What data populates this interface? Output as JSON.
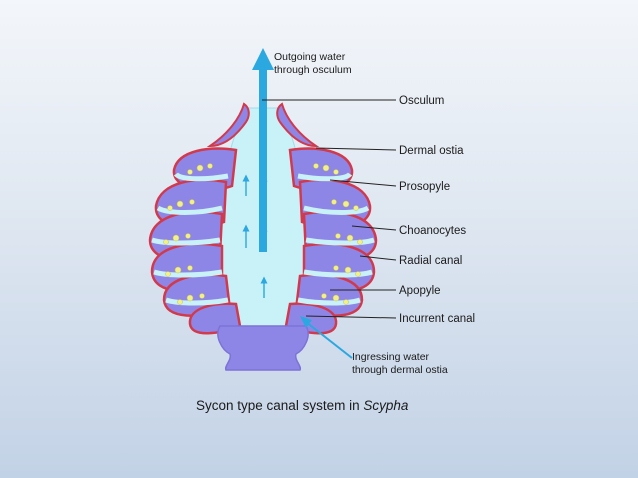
{
  "labels": {
    "outgoing_line1": "Outgoing water",
    "outgoing_line2": "through osculum",
    "osculum": "Osculum",
    "dermal_ostia": "Dermal ostia",
    "prosopyle": "Prosopyle",
    "choanocytes": "Choanocytes",
    "radial_canal": "Radial canal",
    "apopyle": "Apopyle",
    "incurrent_canal": "Incurrent canal",
    "ingressing_line1": "Ingressing water",
    "ingressing_line2": "through dermal ostia"
  },
  "caption": {
    "prefix": "Sycon type canal system in ",
    "species": "Scypha"
  },
  "colors": {
    "background": "#dfe7f1",
    "water_blue": "#2aa8df",
    "body_purple": "#8e86e6",
    "cortex_red": "#d13a4c",
    "canal_fill": "#c9f1f8",
    "choanocyte_yellow": "#f2f08a"
  },
  "icons": [
    "arrow-up-icon",
    "arrow-diagonal-icon"
  ]
}
